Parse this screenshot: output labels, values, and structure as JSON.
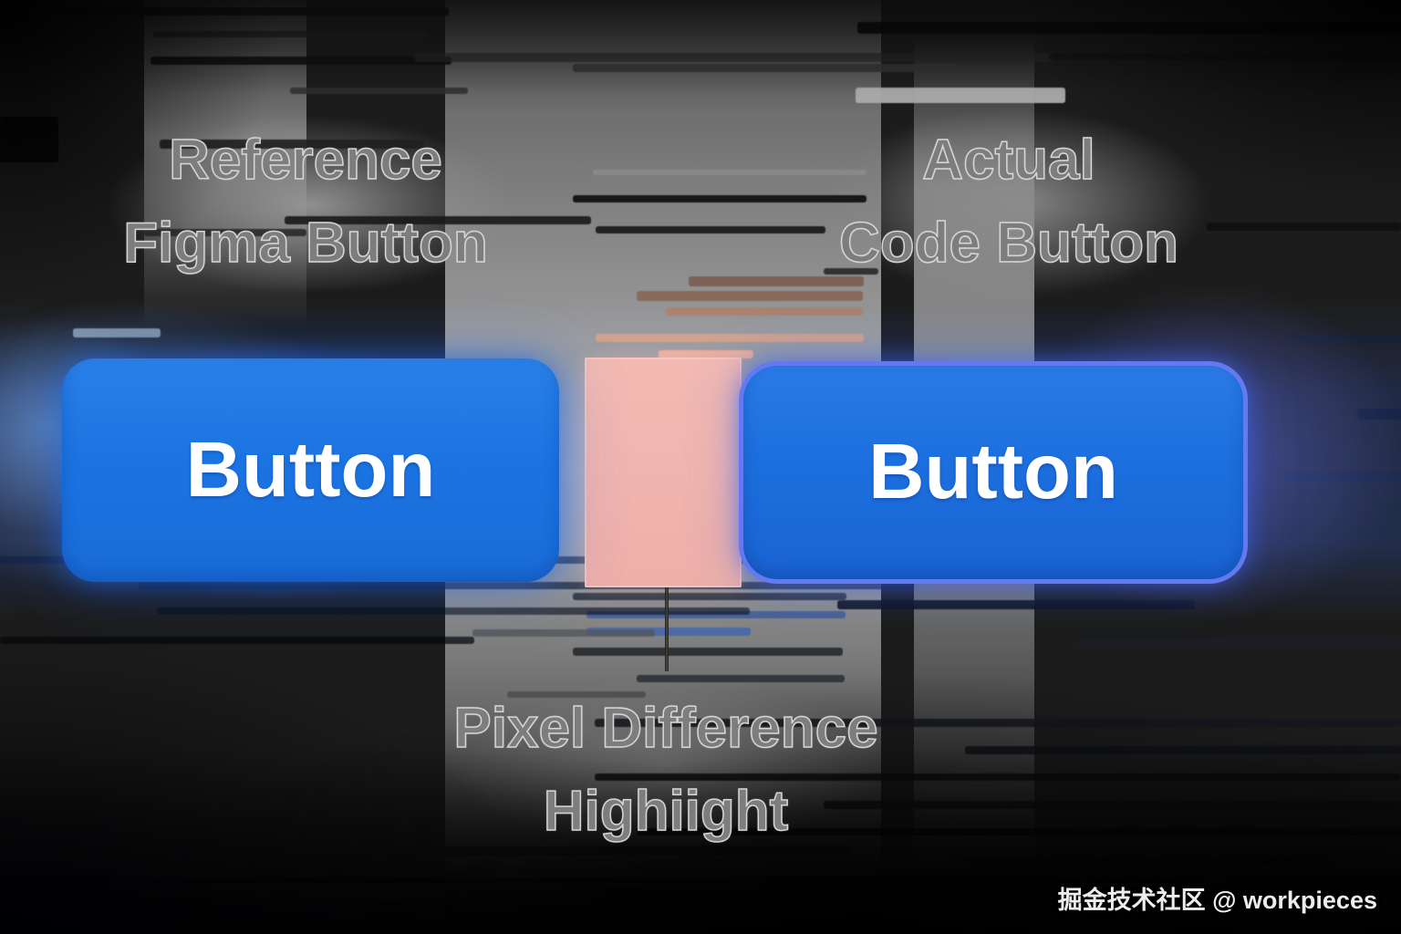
{
  "illustration": {
    "left_label": {
      "line1": "Reference",
      "line2": "Figma Button"
    },
    "right_label": {
      "line1": "Actual",
      "line2": "Code Button"
    },
    "bottom_label": {
      "line1": "Pixel Difference",
      "line2": "Highiight"
    },
    "left_button_text": "Button",
    "right_button_text": "Button",
    "watermark": "掘金技术社区 @ workpieces",
    "colors": {
      "button_blue": "#1b74e2",
      "right_button_outline_blue": "#687af0",
      "diff_highlight_pink": "#f0b4ae",
      "label_gray": "#7d7d7d",
      "label_outline": "#d6d6d6",
      "background_dark": "#141414",
      "glow_blue": "#2e6fe0",
      "button_text_white": "#ffffff"
    }
  }
}
